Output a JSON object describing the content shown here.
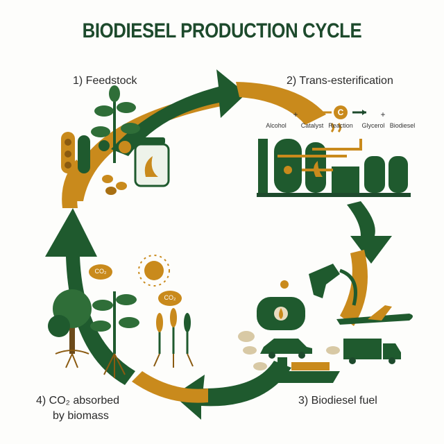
{
  "title": "BIODIESEL PRODUCTION CYCLE",
  "steps": {
    "s1": "1) Feedstock",
    "s2": "2) Trans-esterification",
    "s3": "3) Biodiesel fuel",
    "s4a": "4) CO₂ absorbed",
    "s4b": "by biomass"
  },
  "reaction": {
    "alcohol": "Alcohol",
    "catalyst": "Catalyst",
    "reaction": "Reaction",
    "glycerol": "Glycerol",
    "biodiesel": "Biodiesel",
    "reaction_symbol": "C",
    "plus": "+"
  },
  "co2_labels": [
    "CO₂",
    "CO₂"
  ],
  "colors": {
    "green": "#1f5a2e",
    "dark_green": "#1d4a2c",
    "gold": "#c98a1c"
  }
}
